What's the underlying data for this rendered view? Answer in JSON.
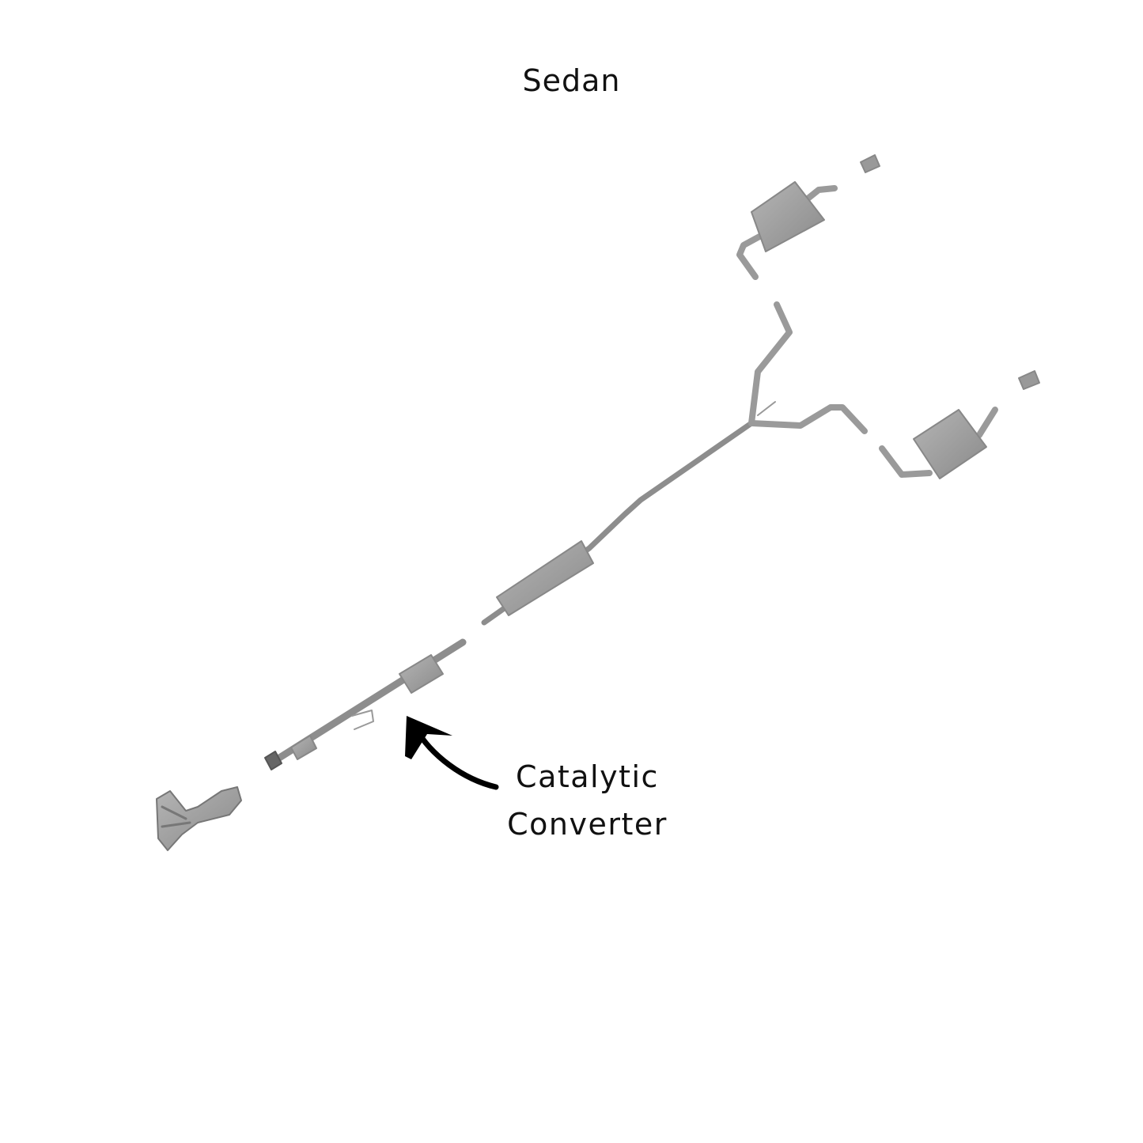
{
  "title": "Sedan",
  "annotation": {
    "line1": "Catalytic",
    "line2": "Converter"
  },
  "colors": {
    "part": "#9a9a9a",
    "part_dark": "#7d7d7d",
    "arrow": "#000000",
    "text": "#111111"
  }
}
